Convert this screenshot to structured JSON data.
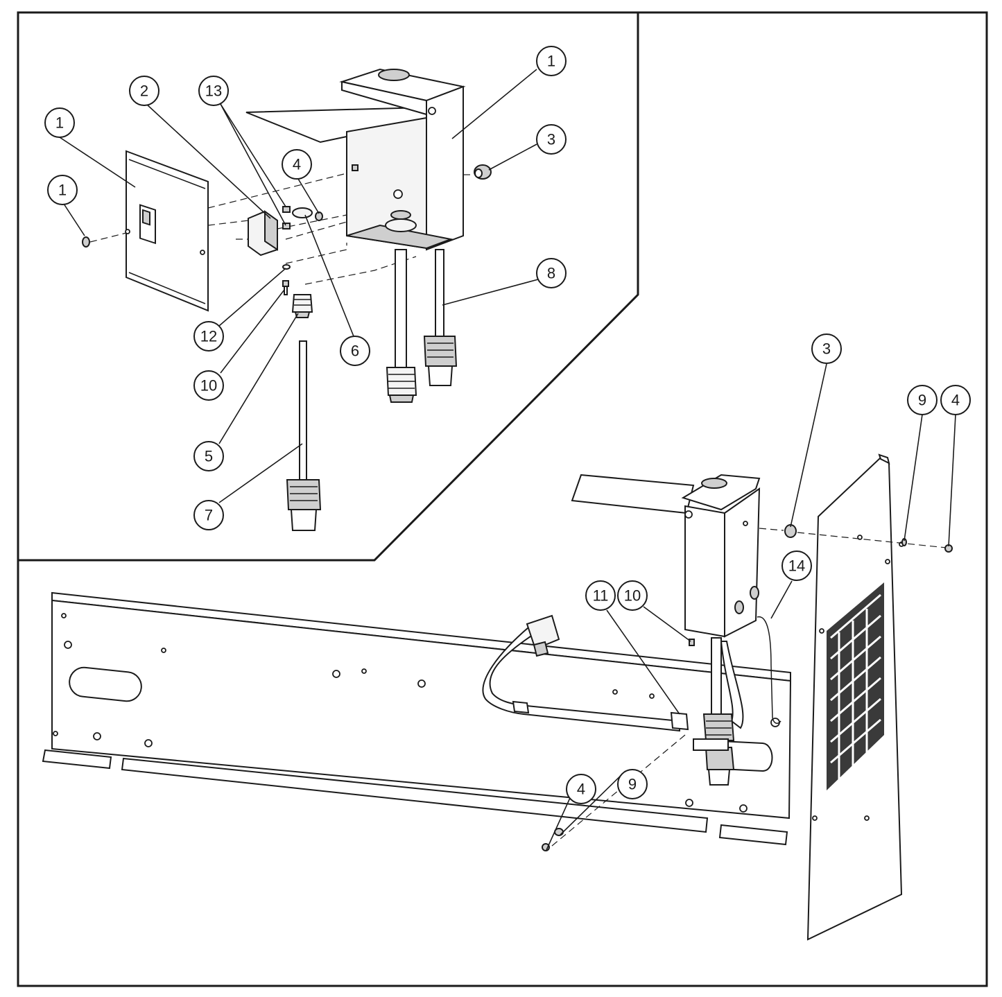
{
  "colors": {
    "line": "#1a1a1a",
    "part_fill": "#f4f4f4",
    "background": "#ffffff"
  },
  "callouts": [
    {
      "id": "c1a",
      "label": "1"
    },
    {
      "id": "c1b",
      "label": "1"
    },
    {
      "id": "c1c",
      "label": "1"
    },
    {
      "id": "c2",
      "label": "2"
    },
    {
      "id": "c13",
      "label": "13"
    },
    {
      "id": "c4a",
      "label": "4"
    },
    {
      "id": "c3a",
      "label": "3"
    },
    {
      "id": "c8",
      "label": "8"
    },
    {
      "id": "c12",
      "label": "12"
    },
    {
      "id": "c10a",
      "label": "10"
    },
    {
      "id": "c6",
      "label": "6"
    },
    {
      "id": "c5",
      "label": "5"
    },
    {
      "id": "c7",
      "label": "7"
    },
    {
      "id": "c3b",
      "label": "3"
    },
    {
      "id": "c9a",
      "label": "9"
    },
    {
      "id": "c4b",
      "label": "4"
    },
    {
      "id": "c14",
      "label": "14"
    },
    {
      "id": "c11",
      "label": "11"
    },
    {
      "id": "c10b",
      "label": "10"
    },
    {
      "id": "c9b",
      "label": "9"
    },
    {
      "id": "c4c",
      "label": "4"
    }
  ]
}
